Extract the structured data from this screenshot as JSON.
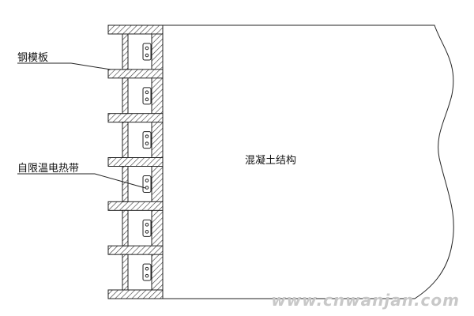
{
  "labels": {
    "steel_formwork": "钢模板",
    "heating_tape": "自限温电热带",
    "concrete": "混凝土结构"
  },
  "watermark": "www.cnwanjan.com",
  "formwork_cells": 6,
  "colors": {
    "line": "#222222",
    "background": "#ffffff",
    "watermark": "#bbbbbb"
  }
}
